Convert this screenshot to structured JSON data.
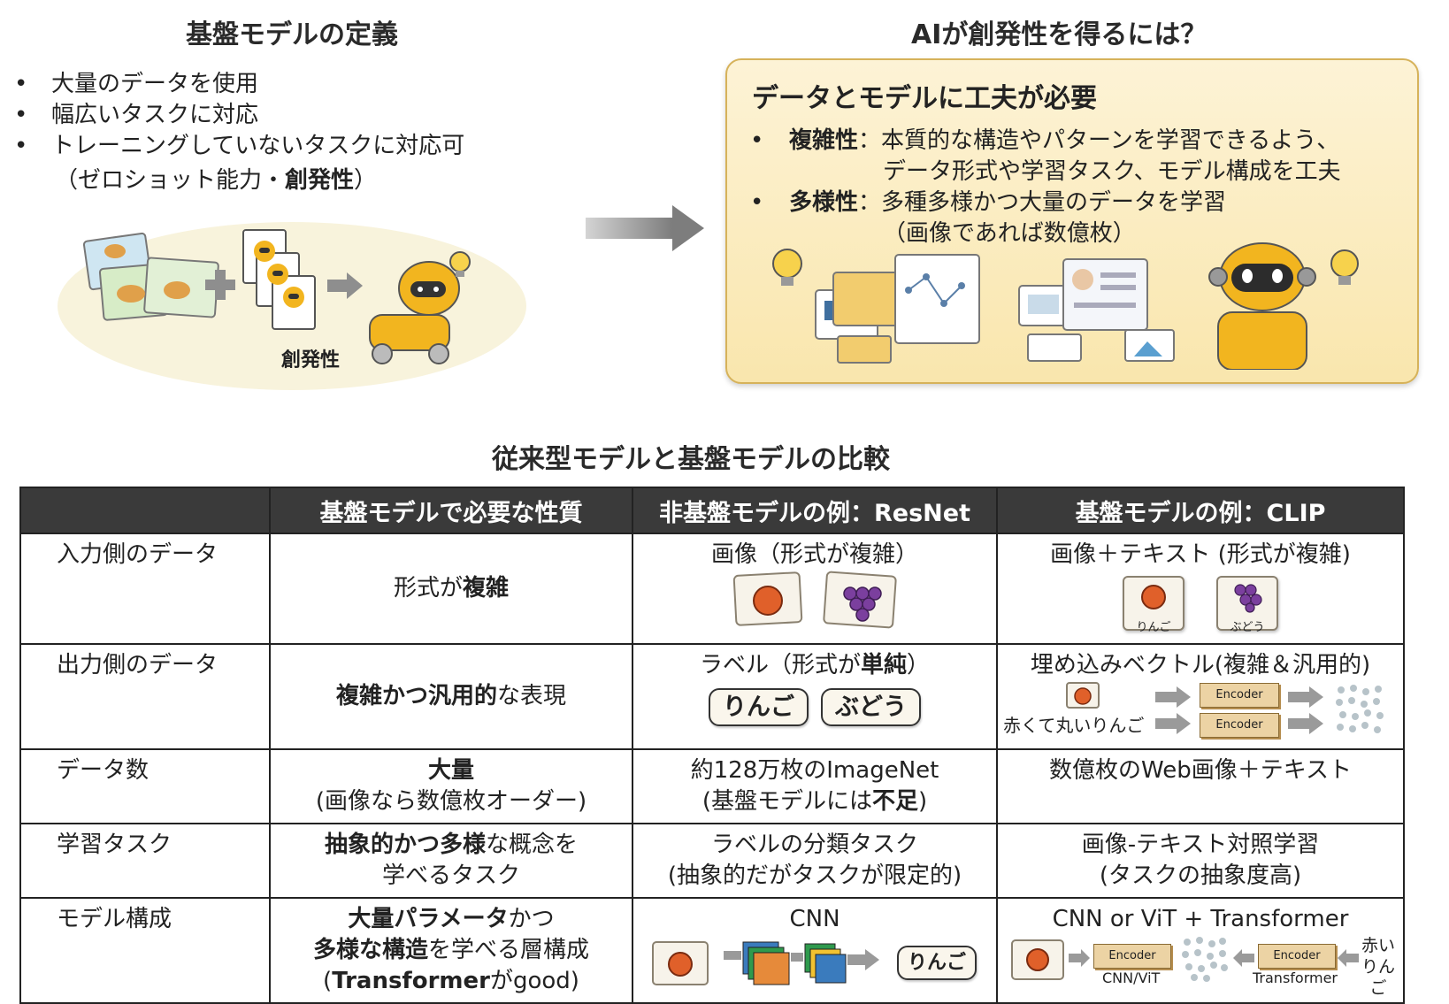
{
  "left": {
    "title": "基盤モデルの定義",
    "bullets": [
      {
        "text": "大量のデータを使用"
      },
      {
        "text": "幅広いタスクに対応"
      },
      {
        "text": "トレーニングしていないタスクに対応可"
      }
    ],
    "sub_pre": "（ゼロショット能力・",
    "sub_bold": "創発性",
    "sub_post": "）",
    "illus_label": "創発性"
  },
  "right": {
    "title": "AIが創発性を得るには？",
    "box_title": "データとモデルに工夫が必要",
    "items": [
      {
        "bold": "複雑性",
        "line1": "：本質的な構造やパターンを学習できるよう、",
        "line2": "データ形式や学習タスク、モデル構成を工夫"
      },
      {
        "bold": "多様性",
        "line1": "：多種多様かつ大量のデータを学習",
        "line2": "（画像であれば数億枚）"
      }
    ]
  },
  "bullet_char": "•",
  "table": {
    "title": "従来型モデルと基盤モデルの比較",
    "headers": [
      "",
      "基盤モデルで必要な性質",
      "非基盤モデルの例：ResNet",
      "基盤モデルの例：CLIP"
    ],
    "rows": {
      "input": {
        "label": "入力側のデータ",
        "req_pre": "形式が",
        "req_bold": "複雑",
        "resnet": "画像（形式が複雑）",
        "clip": "画像＋テキスト (形式が複雑)",
        "clip_card1": "りんご",
        "clip_card2": "ぶどう"
      },
      "output": {
        "label": "出力側のデータ",
        "req_bold": "複雑かつ汎用的",
        "req_post": "な表現",
        "resnet_pre": "ラベル（形式が",
        "resnet_bold": "単純",
        "resnet_post": "）",
        "bubble1": "りんご",
        "bubble2": "ぶどう",
        "clip": "埋め込みベクトル(複雑＆汎用的)",
        "clip_text": "赤くて丸いりんご",
        "encoder": "Encoder"
      },
      "count": {
        "label": "データ数",
        "req_bold": "大量",
        "req_line2": "(画像なら数億枚オーダー)",
        "resnet_line1": "約128万枚のImageNet",
        "resnet_pre": "(基盤モデルには",
        "resnet_bold": "不足",
        "resnet_post": ")",
        "clip": "数億枚のWeb画像＋テキスト"
      },
      "task": {
        "label": "学習タスク",
        "req_bold": "抽象的かつ多様",
        "req_post": "な概念を",
        "req_line2": "学べるタスク",
        "resnet_line1": "ラベルの分類タスク",
        "resnet_line2": "(抽象的だがタスクが限定的)",
        "clip_line1": "画像-テキスト対照学習",
        "clip_line2": "(タスクの抽象度高)"
      },
      "model": {
        "label": "モデル構成",
        "req_bold1": "大量パラメータ",
        "req_post1": "かつ",
        "req_bold2": "多様な構造",
        "req_post2": "を学べる層構成",
        "req_pre3": "(",
        "req_bold3": "Transformer",
        "req_post3": "がgood)",
        "resnet": "CNN",
        "resnet_bubble": "りんご",
        "clip": "CNN or ViT + Transformer",
        "encoder": "Encoder",
        "cnn_vit": "CNN/ViT",
        "transformer": "Transformer",
        "clip_text_l1": "赤い",
        "clip_text_l2": "りんご"
      }
    }
  },
  "colors": {
    "header_bg": "#3a3a3a",
    "box_border": "#d6b25a",
    "box_fill": "#fbeec4",
    "robot_yellow": "#f2b51f",
    "arrow_gray": "#8c8c8c"
  }
}
